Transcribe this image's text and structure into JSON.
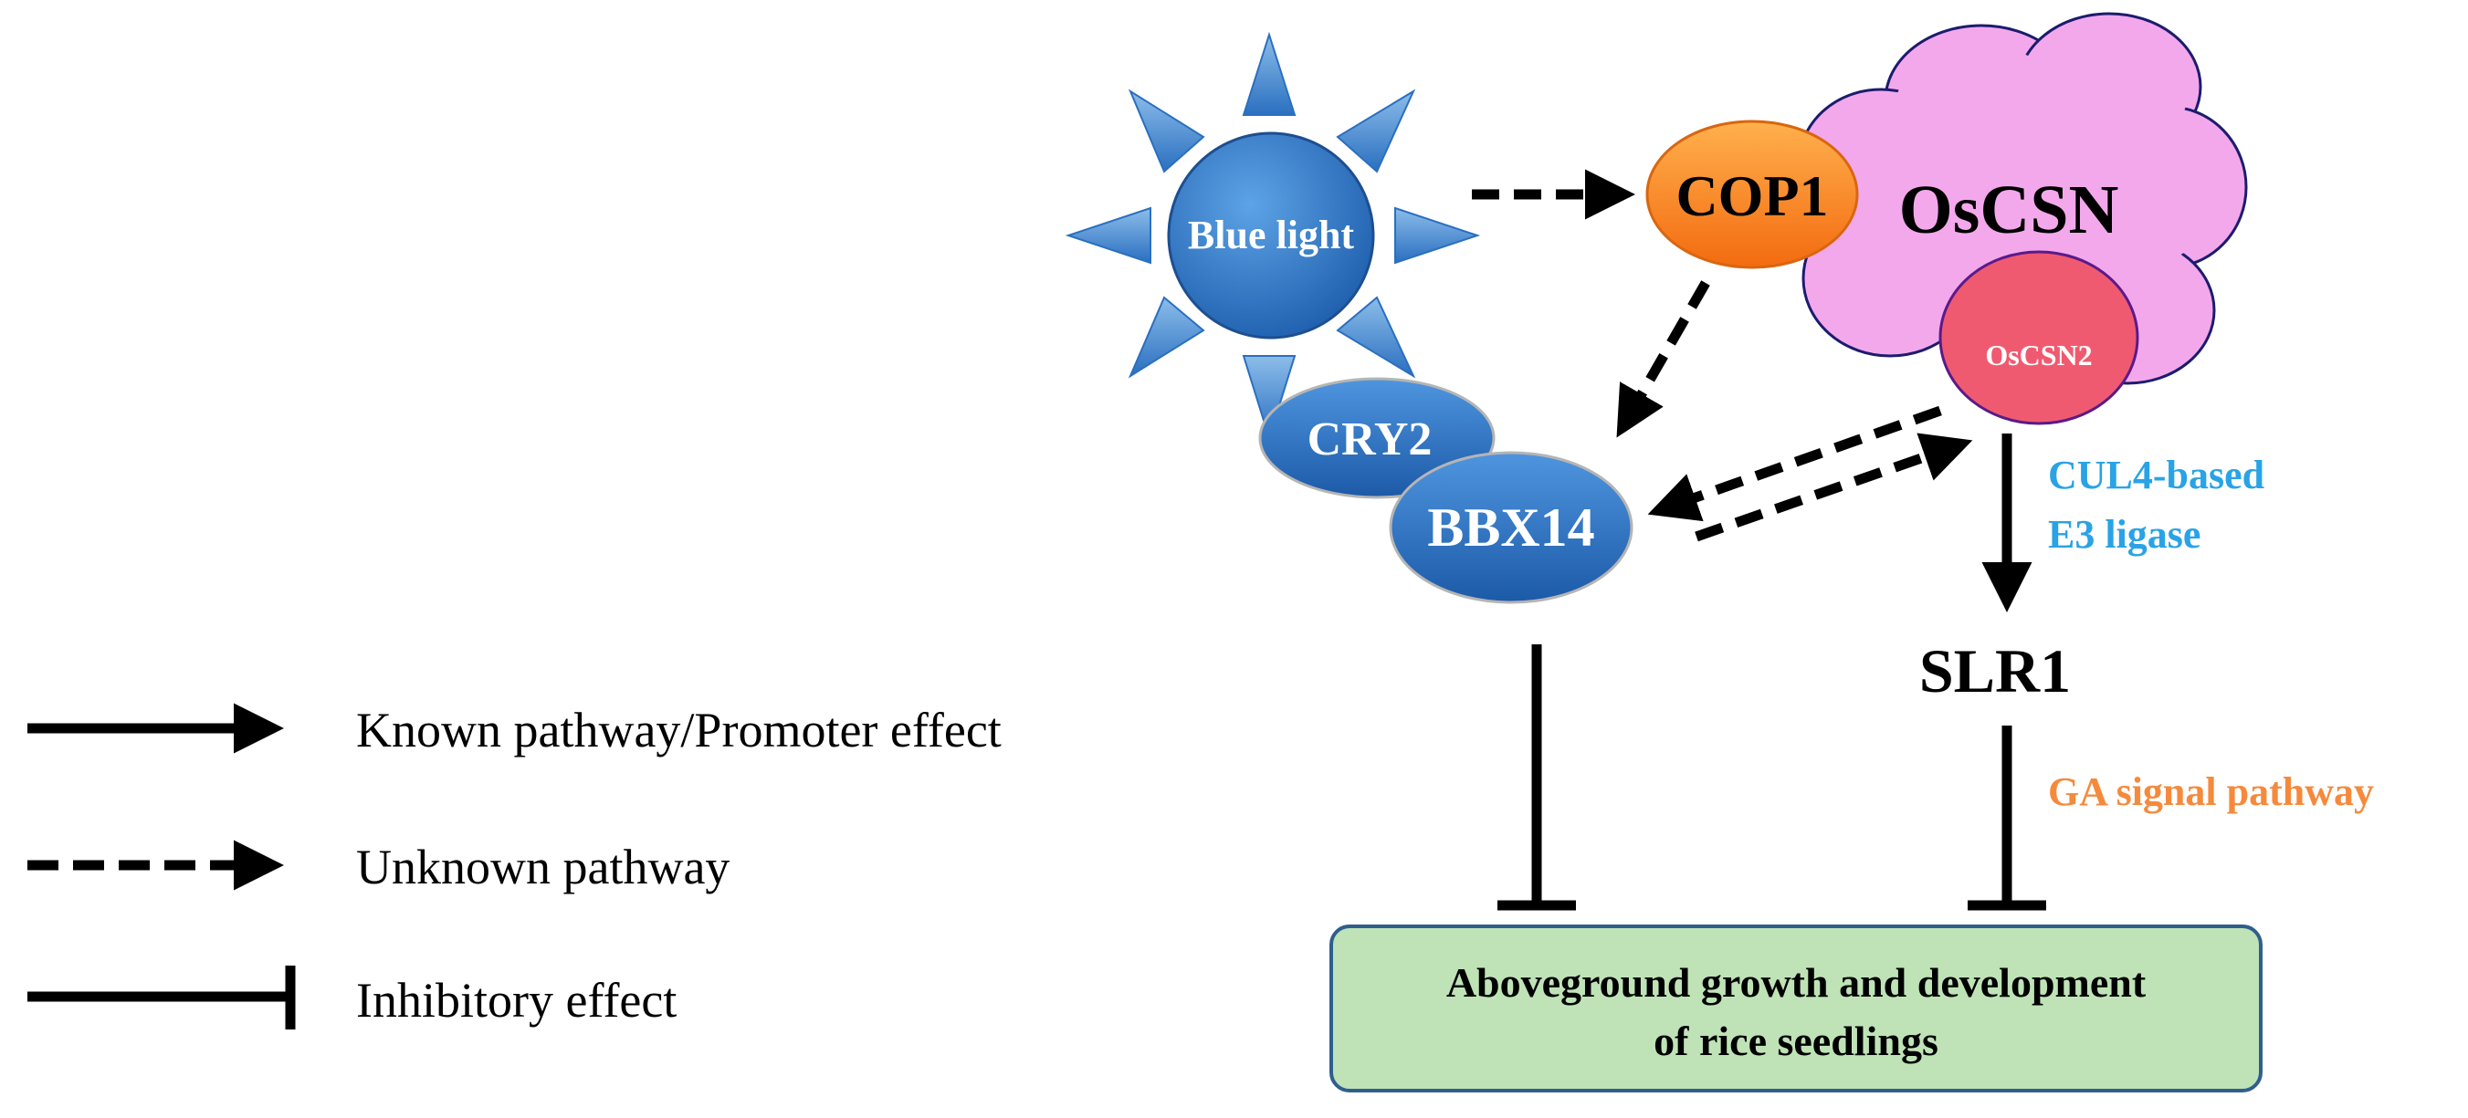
{
  "nodes": {
    "blue_light": "Blue light",
    "cop1": "COP1",
    "oscsn": "OsCSN",
    "oscsn2": "OsCSN2",
    "cry2": "CRY2",
    "bbx14": "BBX14",
    "slr1": "SLR1",
    "outcome_line1": "Aboveground growth and development",
    "outcome_line2": "of rice seedlings"
  },
  "annotations": {
    "cul4_line1": "CUL4-based",
    "cul4_line2": "E3 ligase",
    "ga_pathway": "GA signal pathway"
  },
  "legend": {
    "known": "Known pathway/Promoter effect",
    "unknown": "Unknown pathway",
    "inhibitory": "Inhibitory effect"
  },
  "colors": {
    "sun_blue": "#2f78c7",
    "sun_ray": "#5b9bd8",
    "cop1_orange": "#f77b1a",
    "oscsn_pink": "#f4a8ec",
    "oscsn2_red": "#f05a70",
    "outcome_green": "#bfe3b7",
    "outcome_border": "#2f5f8c",
    "cul4_text": "#29a3e6",
    "ga_text": "#f58a3c"
  }
}
